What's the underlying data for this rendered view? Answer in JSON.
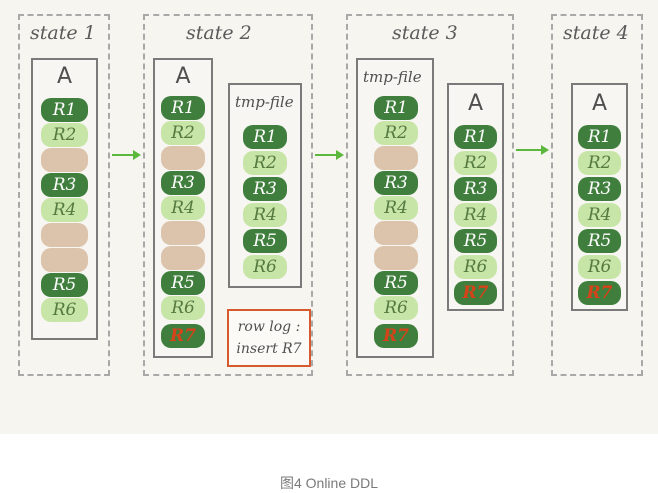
{
  "diagram": {
    "states": [
      {
        "title": "state 1",
        "tables": [
          {
            "label": "A",
            "rows": [
              "R1",
              "R2",
              "",
              "R3",
              "R4",
              "",
              "",
              "R5",
              "R6"
            ]
          }
        ]
      },
      {
        "title": "state 2",
        "tables": [
          {
            "label": "A",
            "rows": [
              "R1",
              "R2",
              "",
              "R3",
              "R4",
              "",
              "",
              "R5",
              "R6",
              "R7"
            ]
          },
          {
            "label": "tmp-file",
            "rows": [
              "R1",
              "R2",
              "R3",
              "R4",
              "R5",
              "R6"
            ]
          }
        ],
        "row_log": {
          "line1": "row log :",
          "line2": "insert R7"
        }
      },
      {
        "title": "state 3",
        "tables": [
          {
            "label": "tmp-file",
            "rows": [
              "R1",
              "R2",
              "",
              "R3",
              "R4",
              "",
              "",
              "R5",
              "R6",
              "R7"
            ]
          },
          {
            "label": "A",
            "rows": [
              "R1",
              "R2",
              "R3",
              "R4",
              "R5",
              "R6",
              "R7"
            ]
          }
        ]
      },
      {
        "title": "state 4",
        "tables": [
          {
            "label": "A",
            "rows": [
              "R1",
              "R2",
              "R3",
              "R4",
              "R5",
              "R6",
              "R7"
            ]
          }
        ]
      }
    ]
  },
  "caption": "图4 Online DDL",
  "colors": {
    "dark_row": "#3f7e3c",
    "light_row": "#c8e5a8",
    "empty_row": "#dcc3ab",
    "new_row_text": "#d6431a",
    "arrow": "#5cb83c",
    "row_log_border": "#d65a2e"
  }
}
